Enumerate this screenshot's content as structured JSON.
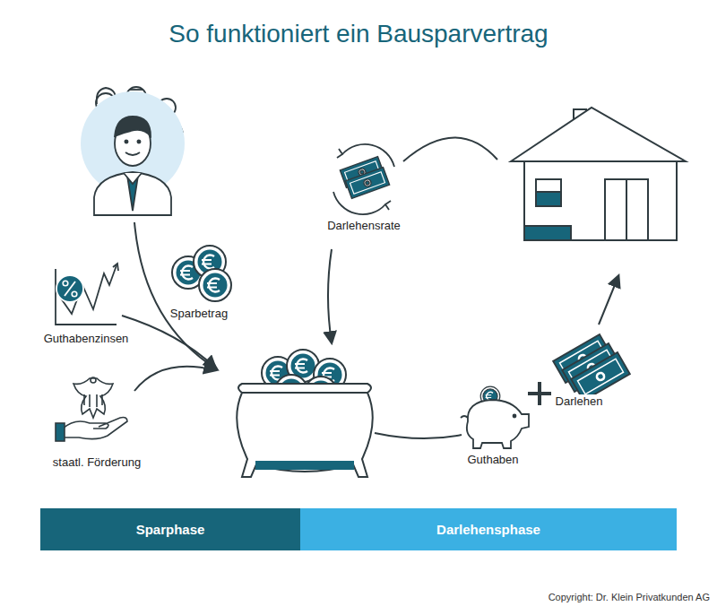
{
  "diagram": {
    "title": "So funktioniert ein Bausparvertrag",
    "nodes": [
      {
        "text": [
          "Sparphase"
        ]
      },
      {
        "text": [
          "Darlehensphase"
        ]
      }
    ],
    "labels": [
      "Sparbetrag",
      "Guthabenzinsen",
      "staatl. Förderung",
      "Darlehensrate",
      "Guthaben",
      "Darlehen",
      "Copyright: Dr. Klein Privatkunden AG"
    ]
  }
}
